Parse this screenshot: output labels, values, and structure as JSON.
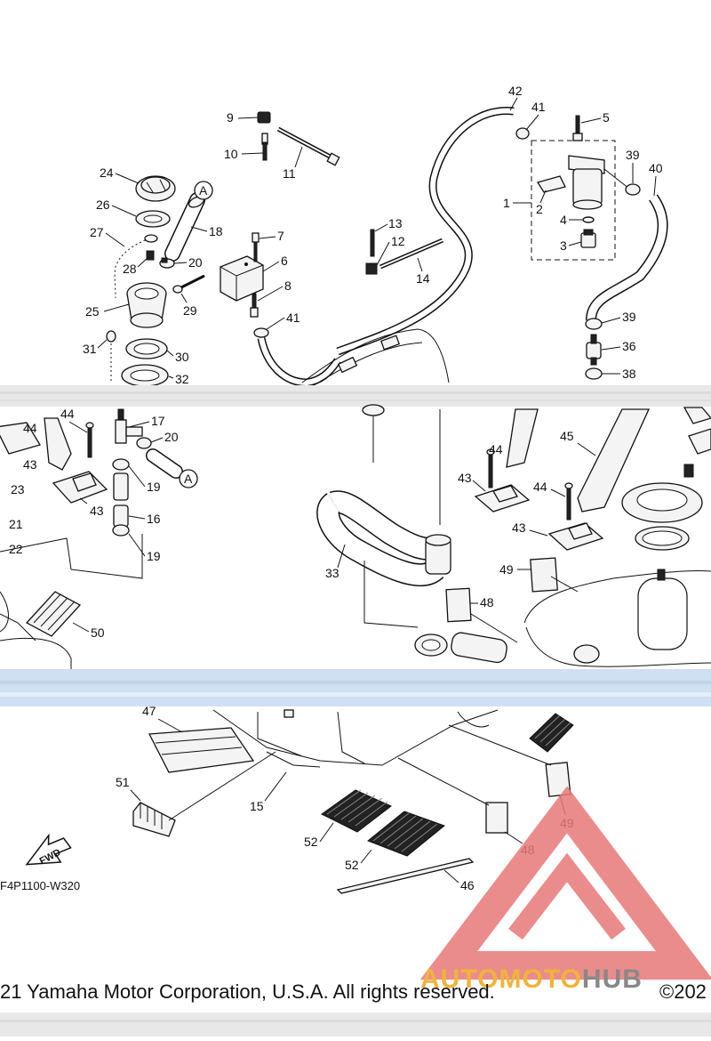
{
  "diagram": {
    "code": "F4P1100-W320",
    "fwd_label": "FWD",
    "ref_marker": "A",
    "callouts": [
      "1",
      "2",
      "3",
      "4",
      "5",
      "6",
      "7",
      "8",
      "9",
      "10",
      "11",
      "12",
      "13",
      "14",
      "15",
      "16",
      "17",
      "19",
      "20",
      "21",
      "22",
      "23",
      "24",
      "25",
      "26",
      "27",
      "28",
      "29",
      "30",
      "31",
      "32",
      "33",
      "36",
      "38",
      "39",
      "40",
      "41",
      "42",
      "43",
      "44",
      "45",
      "46",
      "47",
      "48",
      "49",
      "50",
      "51",
      "52"
    ]
  },
  "footer": {
    "copyright": "21 Yamaha Motor Corporation, U.S.A. All rights reserved.",
    "copyright_right": "©202"
  },
  "watermark": {
    "brand_part1": "AUTOMOTO",
    "brand_part2": "HUB",
    "colors": {
      "logo": "#e87878",
      "accent": "#f0b43a",
      "grey": "#888888"
    }
  }
}
